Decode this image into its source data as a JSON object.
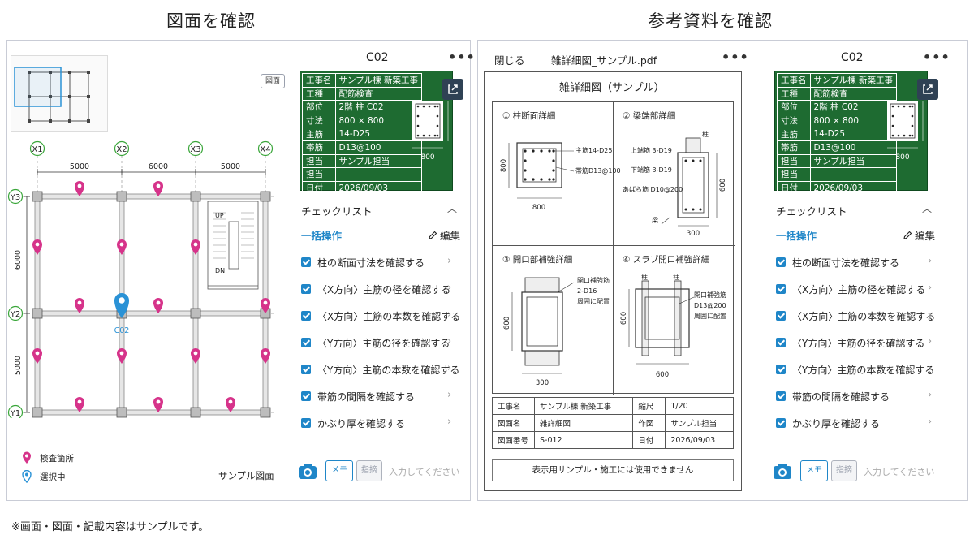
{
  "left_heading": "図面を確認",
  "right_heading": "参考資料を確認",
  "footnote": "※画面・図面・記載内容はサンプルです。",
  "plan": {
    "zumen_button": "図面",
    "axes_x": [
      "X1",
      "X2",
      "X3",
      "X4"
    ],
    "axes_y": [
      "Y3",
      "Y2",
      "Y1"
    ],
    "spans_x": [
      "5000",
      "6000",
      "5000"
    ],
    "spans_y": [
      "6000",
      "5000"
    ],
    "stair_up": "UP",
    "stair_dn": "DN",
    "selected_label": "C02",
    "legend_inspection": "検査箇所",
    "legend_selected": "選択中",
    "caption": "サンプル図面",
    "colors": {
      "pin": "#d6338a",
      "selected": "#2a92d6",
      "axis": "#3aa63a"
    }
  },
  "panel": {
    "title": "C02",
    "more": "•••",
    "board": {
      "rows": [
        {
          "k": "工事名",
          "v": "サンプル棟 新築工事"
        },
        {
          "k": "工種",
          "v": "配筋検査"
        },
        {
          "k": "部位",
          "v": "2階 柱 C02"
        },
        {
          "k": "寸法",
          "v": "800 × 800"
        },
        {
          "k": "主筋",
          "v": "14-D25"
        },
        {
          "k": "帯筋",
          "v": "D13@100"
        },
        {
          "k": "担当",
          "v": "サンプル担当"
        },
        {
          "k": "担当",
          "v": ""
        },
        {
          "k": "日付",
          "v": "2026/09/03"
        }
      ],
      "dim_w": "800",
      "dim_h": "800",
      "color": "#1e6b31"
    },
    "checklist_title": "チェックリスト",
    "bulk_label": "一括操作",
    "edit_label": "編集",
    "items": [
      "柱の断面寸法を確認する",
      "〈X方向〉主筋の径を確認する",
      "〈X方向〉主筋の本数を確認する",
      "〈Y方向〉主筋の径を確認する",
      "〈Y方向〉主筋の本数を確認する",
      "帯筋の間隔を確認する",
      "かぶり厚を確認する"
    ],
    "memo_label": "メモ",
    "shiteki_label": "指摘",
    "input_placeholder": "入力してください",
    "accent": "#1f86c8"
  },
  "pdf": {
    "close_label": "閉じる",
    "file_name": "雑詳細図_サンプル.pdf",
    "more": "•••",
    "sheet_title": "雑詳細図（サンプル）",
    "cells": [
      {
        "title": "① 柱断面詳細",
        "notes": [
          "主筋14-D25",
          "帯筋D13@100"
        ],
        "dims": [
          "800",
          "800"
        ]
      },
      {
        "title": "② 梁端部詳細",
        "notes": [
          "柱",
          "上端筋 3-D19",
          "下端筋 3-D19",
          "あばら筋 D10@200",
          "梁"
        ],
        "dims": [
          "600",
          "300"
        ]
      },
      {
        "title": "③ 開口部補強詳細",
        "notes": [
          "開口補強筋",
          "2-D16",
          "周囲に配置"
        ],
        "dims": [
          "600",
          "300"
        ]
      },
      {
        "title": "④ スラブ開口補強詳細",
        "notes": [
          "柱",
          "柱",
          "開口補強筋",
          "D13@200",
          "周囲に配置"
        ],
        "dims": [
          "600",
          "600"
        ]
      }
    ],
    "title_block": [
      [
        "工事名",
        "サンプル棟 新築工事",
        "縮尺",
        "1/20"
      ],
      [
        "図面名",
        "雑詳細図",
        "作図",
        "サンプル担当"
      ],
      [
        "図面番号",
        "S-012",
        "日付",
        "2026/09/03"
      ]
    ],
    "banner": "表示用サンプル・施工には使用できません"
  }
}
